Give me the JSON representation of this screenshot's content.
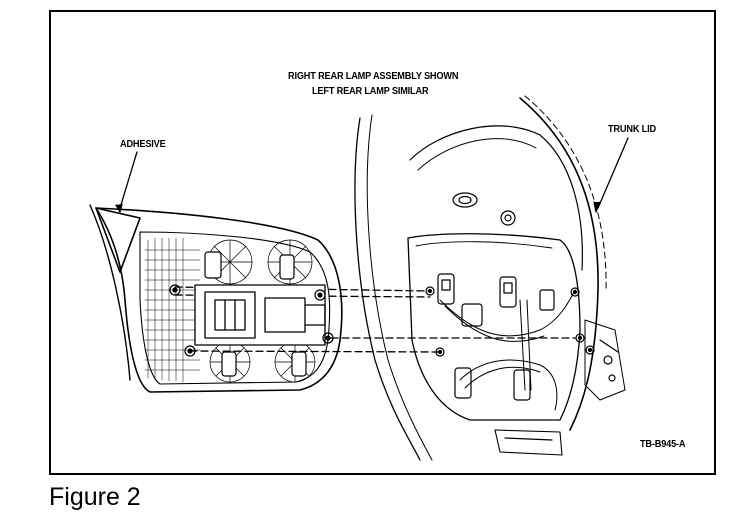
{
  "diagram": {
    "title_line_1": "RIGHT REAR LAMP ASSEMBLY SHOWN",
    "title_line_2": "LEFT REAR LAMP SIMILAR",
    "labels": {
      "adhesive": "ADHESIVE",
      "trunk_lid": "TRUNK LID"
    },
    "figure_code": "TB-B945-A"
  },
  "caption": "Figure 2",
  "colors": {
    "ink": "#000000",
    "paper": "#ffffff"
  }
}
